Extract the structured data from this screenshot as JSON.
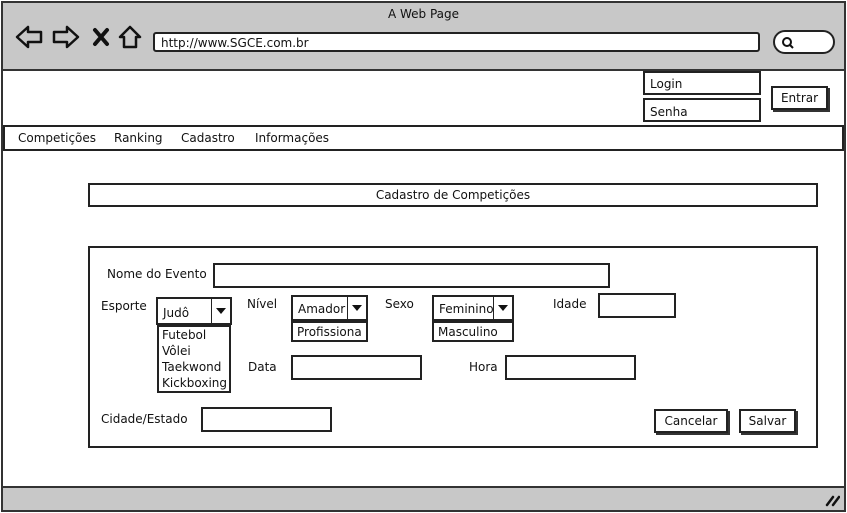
{
  "window": {
    "title": "A Web Page"
  },
  "browser": {
    "url": "http://www.SGCE.com.br",
    "icons": [
      "back-arrow-icon",
      "forward-arrow-icon",
      "close-x-icon",
      "home-icon",
      "search-icon"
    ]
  },
  "login": {
    "login_placeholder": "Login",
    "senha_placeholder": "Senha",
    "entrar_label": "Entrar"
  },
  "nav": {
    "items": [
      {
        "label": "Competições"
      },
      {
        "label": "Ranking"
      },
      {
        "label": "Cadastro"
      },
      {
        "label": "Informações"
      }
    ]
  },
  "page": {
    "title": "Cadastro de Competições"
  },
  "form": {
    "nome_evento_label": "Nome do Evento",
    "esporte_label": "Esporte",
    "esporte_selected": "Judô",
    "esporte_options": [
      "Futebol",
      "Vôlei",
      "Taekwond",
      "Kickboxing"
    ],
    "nivel_label": "Nível",
    "nivel_selected": "Amador",
    "nivel_options": [
      "Profissiona"
    ],
    "sexo_label": "Sexo",
    "sexo_selected": "Feminino",
    "sexo_options": [
      "Masculino"
    ],
    "idade_label": "Idade",
    "data_label": "Data",
    "hora_label": "Hora",
    "cidade_label": "Cidade/Estado",
    "cancelar_label": "Cancelar",
    "salvar_label": "Salvar"
  }
}
